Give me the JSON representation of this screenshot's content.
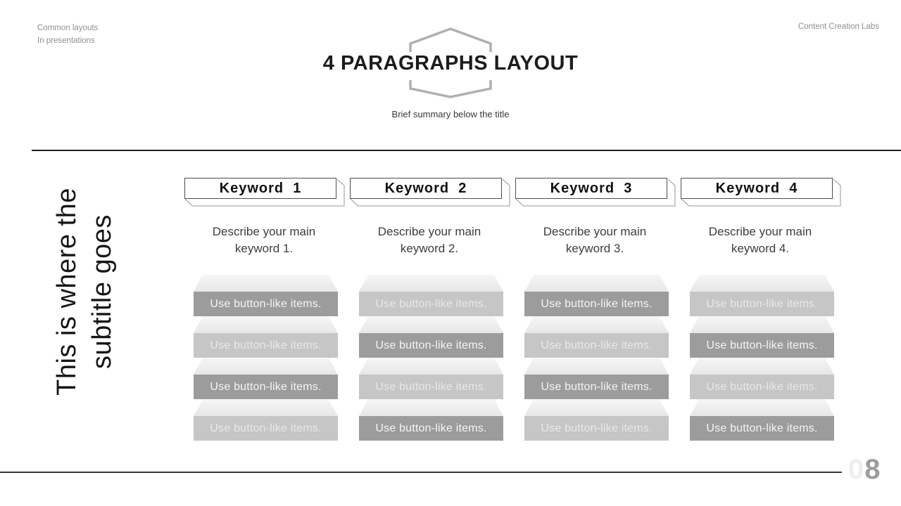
{
  "slide": {
    "eyebrow": {
      "line1": "Common layouts",
      "line2": "In presentations"
    },
    "brand": "Content Creation Labs",
    "title": "4 PARAGRAPHS LAYOUT",
    "summary": "Brief summary below the title",
    "subtitle": {
      "line1": "This is where the",
      "line2": "subtitle goes"
    },
    "page_number": {
      "leading_zero": "0",
      "digit": "8"
    }
  },
  "columns": [
    {
      "keyword": "Keyword  1",
      "description": {
        "line1": "Describe your main",
        "line2": "keyword 1."
      },
      "items": [
        {
          "label": "Use button-like items.",
          "shade": "dark"
        },
        {
          "label": "Use button-like items.",
          "shade": "pale"
        },
        {
          "label": "Use button-like items.",
          "shade": "dark"
        },
        {
          "label": "Use button-like items.",
          "shade": "pale"
        }
      ]
    },
    {
      "keyword": "Keyword  2",
      "description": {
        "line1": "Describe your main",
        "line2": "keyword 2."
      },
      "items": [
        {
          "label": "Use button-like items.",
          "shade": "pale"
        },
        {
          "label": "Use button-like items.",
          "shade": "dark"
        },
        {
          "label": "Use button-like items.",
          "shade": "pale"
        },
        {
          "label": "Use button-like items.",
          "shade": "dark"
        }
      ]
    },
    {
      "keyword": "Keyword  3",
      "description": {
        "line1": "Describe your main",
        "line2": "keyword 3."
      },
      "items": [
        {
          "label": "Use button-like items.",
          "shade": "dark"
        },
        {
          "label": "Use button-like items.",
          "shade": "pale"
        },
        {
          "label": "Use button-like items.",
          "shade": "dark"
        },
        {
          "label": "Use button-like items.",
          "shade": "pale"
        }
      ]
    },
    {
      "keyword": "Keyword  4",
      "description": {
        "line1": "Describe your main",
        "line2": "keyword 4."
      },
      "items": [
        {
          "label": "Use button-like items.",
          "shade": "pale"
        },
        {
          "label": "Use button-like items.",
          "shade": "dark"
        },
        {
          "label": "Use button-like items.",
          "shade": "pale"
        },
        {
          "label": "Use button-like items.",
          "shade": "dark"
        }
      ]
    }
  ],
  "colors": {
    "item_dark": "#9c9c9c",
    "item_pale": "#c6c6c6",
    "hexagon_stroke": "#b0b0b0",
    "divider": "#1f1f1f",
    "muted_text": "#8f8f8f"
  }
}
